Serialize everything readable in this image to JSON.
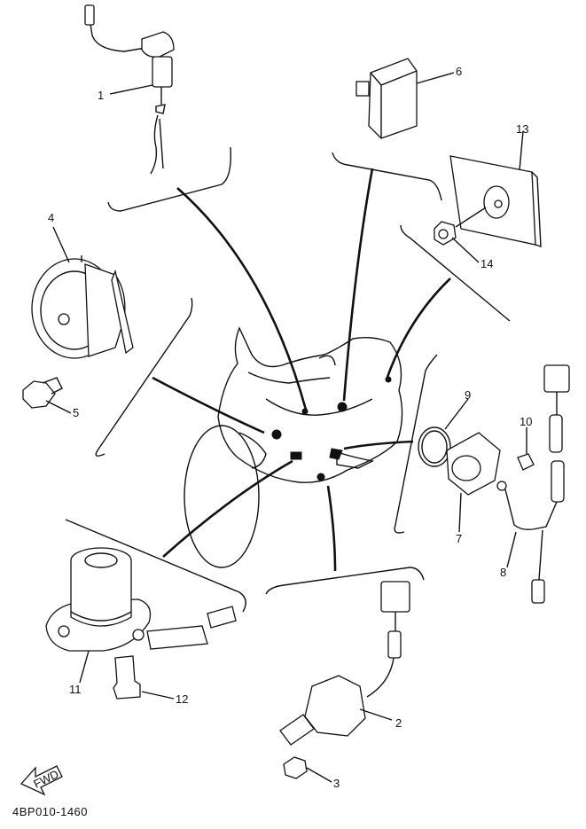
{
  "diagram": {
    "callouts": [
      {
        "id": "1",
        "text": "1"
      },
      {
        "id": "2",
        "text": "2"
      },
      {
        "id": "3",
        "text": "3"
      },
      {
        "id": "4",
        "text": "4"
      },
      {
        "id": "5",
        "text": "5"
      },
      {
        "id": "6",
        "text": "6"
      },
      {
        "id": "7",
        "text": "7"
      },
      {
        "id": "8",
        "text": "8"
      },
      {
        "id": "9",
        "text": "9"
      },
      {
        "id": "10",
        "text": "10"
      },
      {
        "id": "11",
        "text": "11"
      },
      {
        "id": "12",
        "text": "12"
      },
      {
        "id": "13",
        "text": "13"
      },
      {
        "id": "14",
        "text": "14"
      }
    ],
    "fwd_label": "FWD",
    "code": "4BP010-1460"
  }
}
